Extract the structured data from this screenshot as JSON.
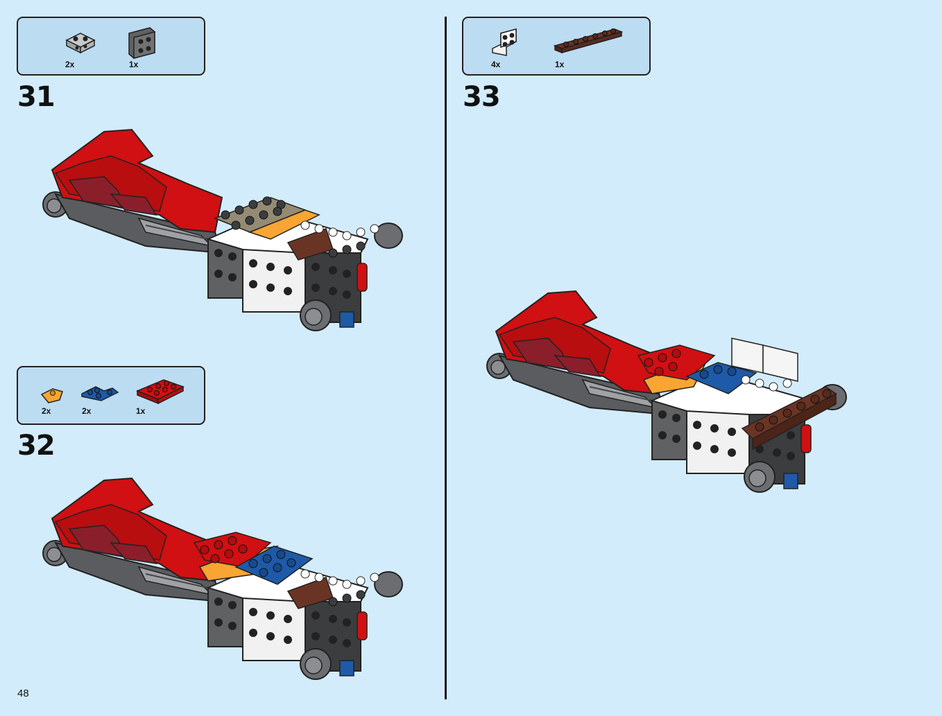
{
  "page": {
    "number": "48"
  },
  "steps": [
    {
      "number": "31",
      "parts": [
        {
          "qty": "2x",
          "icon": "light-gray-bracket-icon"
        },
        {
          "qty": "1x",
          "icon": "dark-gray-bracket-icon"
        }
      ]
    },
    {
      "number": "32",
      "parts": [
        {
          "qty": "2x",
          "icon": "orange-wedge-plate-icon"
        },
        {
          "qty": "2x",
          "icon": "blue-corner-plate-icon"
        },
        {
          "qty": "1x",
          "icon": "red-plate-2x3-icon"
        }
      ]
    },
    {
      "number": "33",
      "parts": [
        {
          "qty": "4x",
          "icon": "white-bracket-icon"
        },
        {
          "qty": "1x",
          "icon": "brown-plate-1x6-icon"
        }
      ]
    }
  ],
  "colors": {
    "background": "#d3ecfb",
    "callout": "#bcdcf2",
    "red": "#d01012",
    "dark_red": "#8a1f2b",
    "white": "#f4f4f4",
    "dark_gray": "#5f6163",
    "light_gray": "#a0a2a4",
    "blue": "#1e5aa8",
    "orange": "#f8a533",
    "tan": "#958a73",
    "brown": "#6a3424"
  }
}
